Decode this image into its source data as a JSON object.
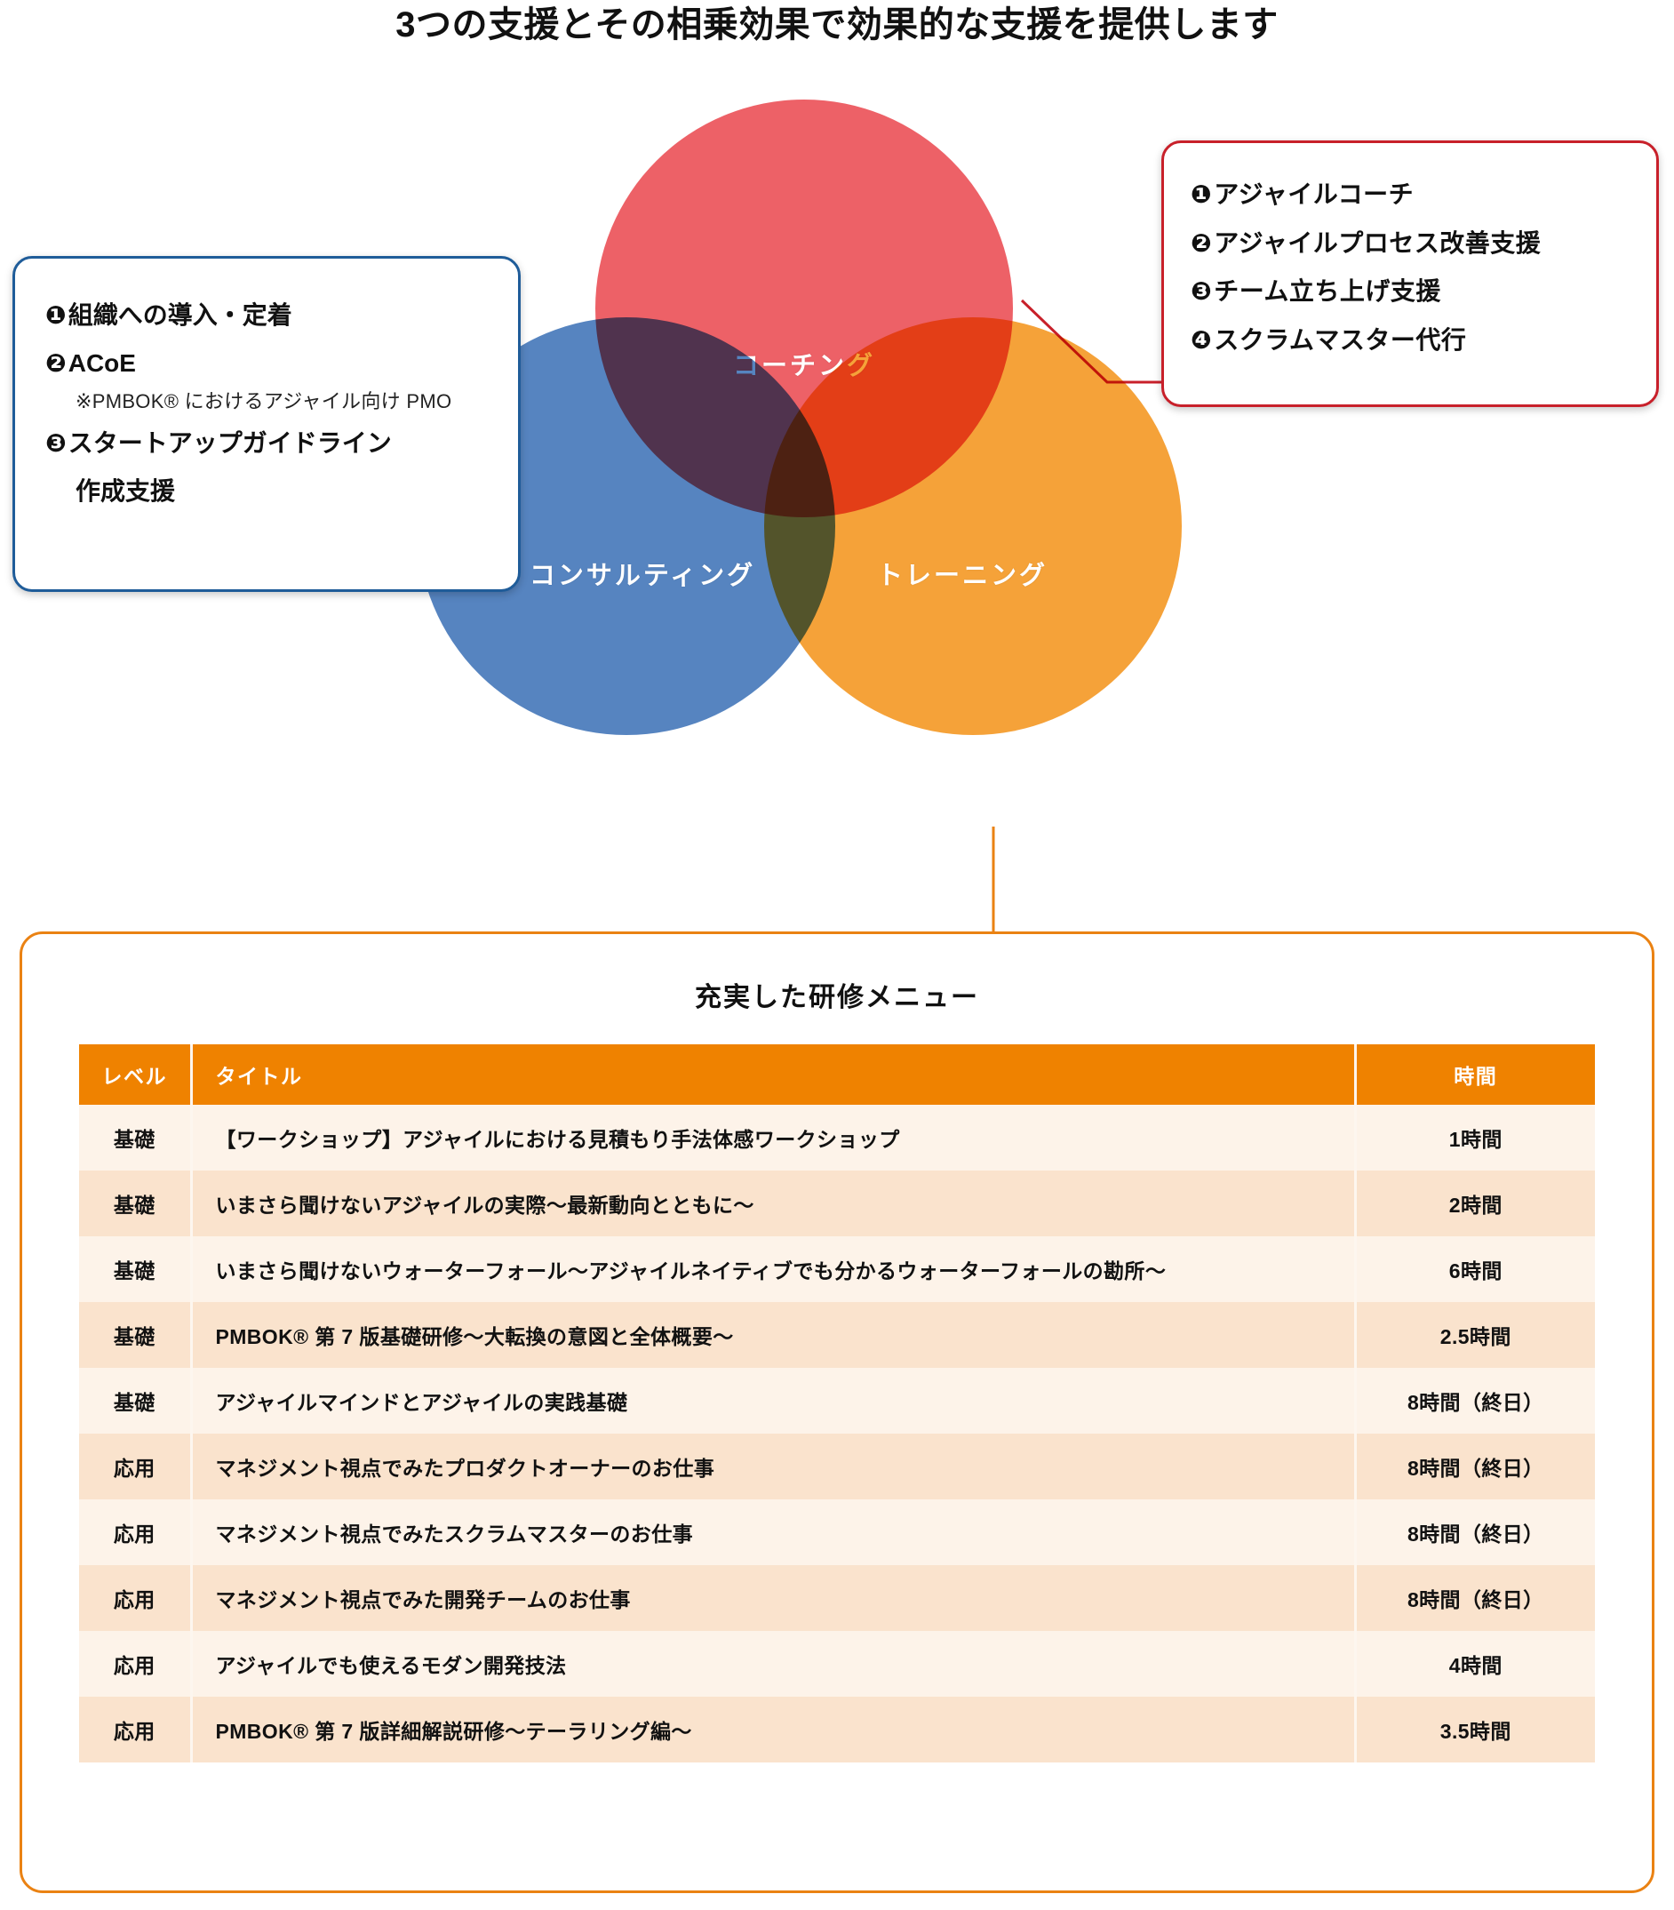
{
  "title": "3つの支援とその相乗効果で効果的な支援を提供します",
  "venn": {
    "circles": [
      {
        "id": "coaching",
        "label": "コーチング",
        "color": "#e83a41"
      },
      {
        "id": "consulting",
        "label": "コンサルティング",
        "color": "#2c65b0"
      },
      {
        "id": "training",
        "label": "トレーニング",
        "color": "#f39216"
      }
    ]
  },
  "callout_consulting": {
    "accent": "#1f5c99",
    "items": [
      {
        "num": "❶",
        "text": "組織への導入・定着"
      },
      {
        "num": "❷",
        "text": "ACoE"
      }
    ],
    "note": "※PMBOK® におけるアジャイル向け PMO",
    "item3_num": "❸",
    "item3_text": "スタートアップガイドライン",
    "item3_text2": "作成支援"
  },
  "callout_coaching": {
    "accent": "#c8202a",
    "items": [
      {
        "num": "❶",
        "text": "アジャイルコーチ"
      },
      {
        "num": "❷",
        "text": "アジャイルプロセス改善支援"
      },
      {
        "num": "❸",
        "text": "チーム立ち上げ支援"
      },
      {
        "num": "❹",
        "text": "スクラムマスター代行"
      }
    ]
  },
  "menu": {
    "heading": "充実した研修メニュー",
    "accent": "#ef8200",
    "columns": [
      "レベル",
      "タイトル",
      "時間"
    ],
    "rows": [
      {
        "level": "基礎",
        "title": "【ワークショップ】アジャイルにおける見積もり手法体感ワークショップ",
        "time": "1時間"
      },
      {
        "level": "基礎",
        "title": "いまさら聞けないアジャイルの実際〜最新動向とともに〜",
        "time": "2時間"
      },
      {
        "level": "基礎",
        "title": "いまさら聞けないウォーターフォール〜アジャイルネイティブでも分かるウォーターフォールの勘所〜",
        "time": "6時間"
      },
      {
        "level": "基礎",
        "title": "PMBOK® 第 7 版基礎研修〜大転換の意図と全体概要〜",
        "time": "2.5時間"
      },
      {
        "level": "基礎",
        "title": "アジャイルマインドとアジャイルの実践基礎",
        "time": "8時間（終日）"
      },
      {
        "level": "応用",
        "title": "マネジメント視点でみたプロダクトオーナーのお仕事",
        "time": "8時間（終日）"
      },
      {
        "level": "応用",
        "title": "マネジメント視点でみたスクラムマスターのお仕事",
        "time": "8時間（終日）"
      },
      {
        "level": "応用",
        "title": "マネジメント視点でみた開発チームのお仕事",
        "time": "8時間（終日）"
      },
      {
        "level": "応用",
        "title": "アジャイルでも使えるモダン開発技法",
        "time": "4時間"
      },
      {
        "level": "応用",
        "title": "PMBOK® 第 7 版詳細解説研修〜テーラリング編〜",
        "time": "3.5時間"
      }
    ]
  }
}
